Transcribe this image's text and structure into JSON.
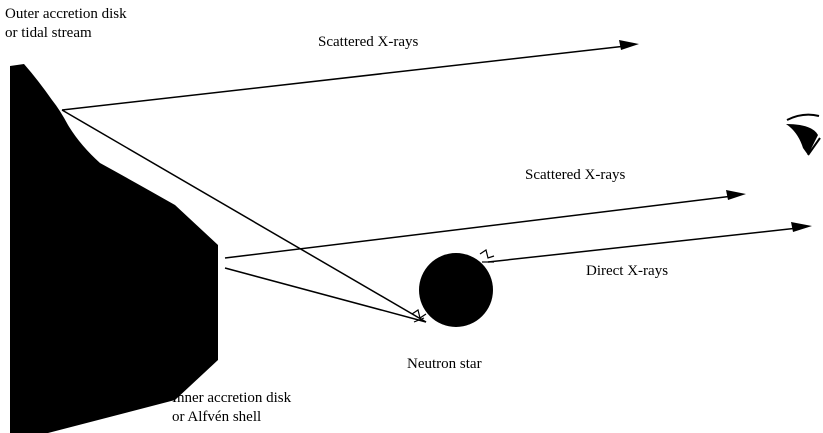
{
  "labels": {
    "outer_disk_line1": "Outer accretion disk",
    "outer_disk_line2": "or tidal stream",
    "scattered_top": "Scattered X-rays",
    "scattered_middle": "Scattered X-rays",
    "direct": "Direct X-rays",
    "neutron_star": "Neutron star",
    "inner_disk_line1": "Inner accretion disk",
    "inner_disk_line2": "or Alfvén shell"
  },
  "icons": {
    "observer": "eye-icon"
  },
  "colors": {
    "ink": "#000000",
    "background": "#ffffff"
  }
}
